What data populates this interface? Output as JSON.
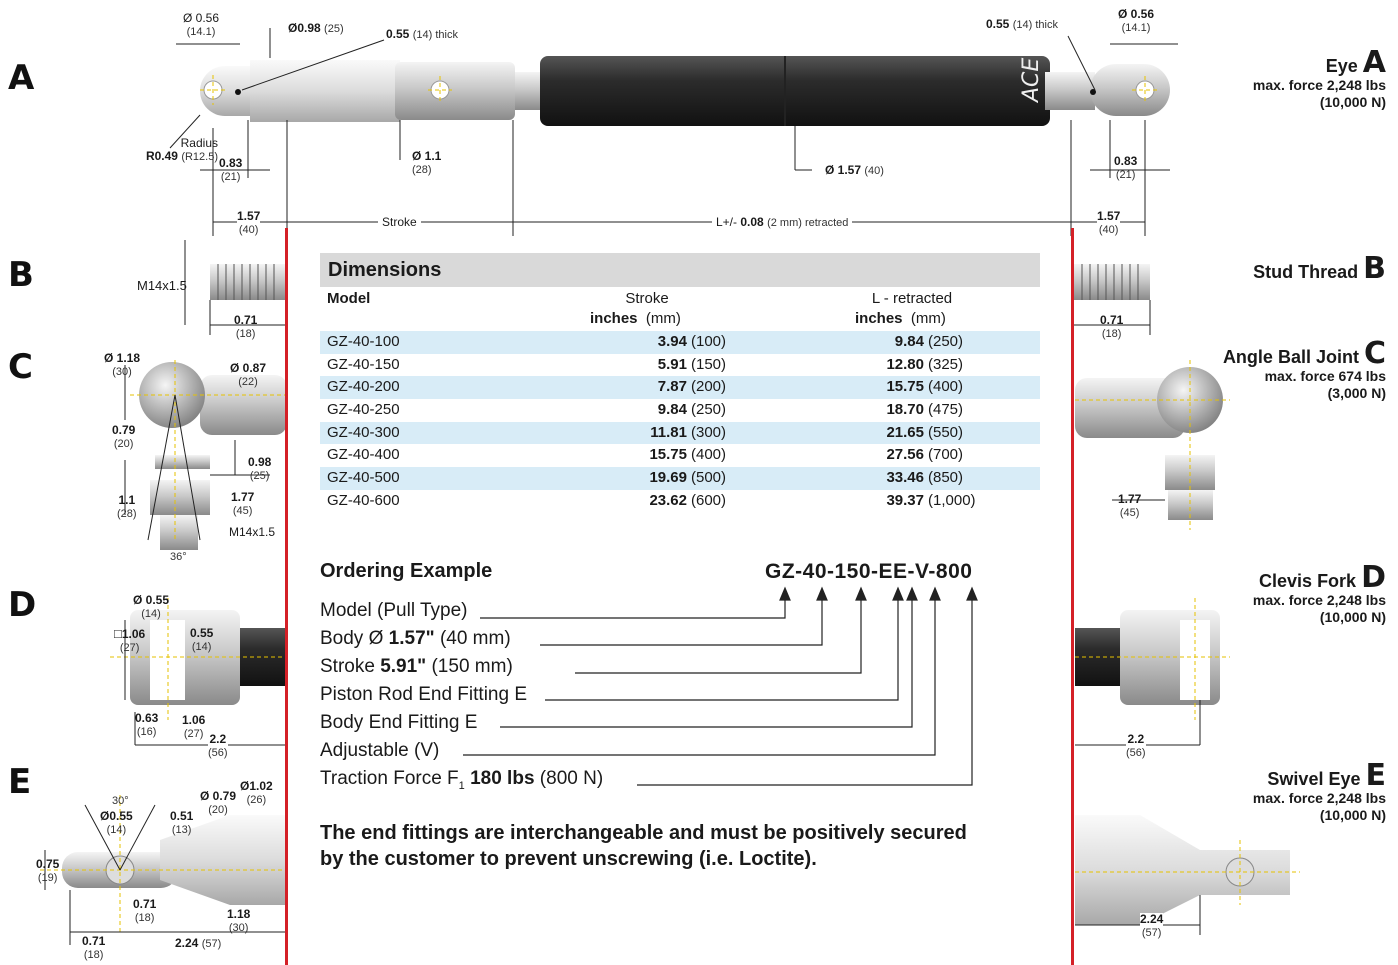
{
  "sections": {
    "a": {
      "letter": "A",
      "title": "Eye",
      "force": "max. force 2,248 lbs",
      "force_n": "(10,000 N)"
    },
    "b": {
      "letter": "B",
      "title": "Stud Thread"
    },
    "c": {
      "letter": "C",
      "title": "Angle Ball Joint",
      "force": "max. force 674 lbs",
      "force_n": "(3,000 N)"
    },
    "d": {
      "letter": "D",
      "title": "Clevis Fork",
      "force": "max. force 2,248 lbs",
      "force_n": "(10,000 N)"
    },
    "e": {
      "letter": "E",
      "title": "Swivel Eye",
      "force": "max. force 2,248 lbs",
      "force_n": "(10,000 N)"
    }
  },
  "body_label": "ACE",
  "labels": {
    "a_dia056_l": "Ø 0.56",
    "a_dia056_l_mm": "(14.1)",
    "a_dia098": "Ø0.98",
    "a_dia098_mm": "(25)",
    "a_thick_l": "0.55",
    "a_thick_l_mm": "(14) thick",
    "a_thick_r": "0.55",
    "a_thick_r_mm": "(14) thick",
    "a_dia056_r": "Ø 0.56",
    "a_dia056_r_mm": "(14.1)",
    "a_radius": "Radius",
    "a_r049": "R0.49",
    "a_r049_mm": "(R12.5)",
    "a_083_l": "0.83",
    "a_083_l_mm": "(21)",
    "a_dia11": "Ø 1.1",
    "a_dia11_mm": "(28)",
    "a_dia157": "Ø 1.57",
    "a_dia157_mm": "(40)",
    "a_083_r": "0.83",
    "a_083_r_mm": "(21)",
    "a_157_l": "1.57",
    "a_157_l_mm": "(40)",
    "a_stroke": "Stroke",
    "a_L": "L+/-",
    "a_L_val": "0.08",
    "a_L_rest": "(2 mm) retracted",
    "a_157_r": "1.57",
    "a_157_r_mm": "(40)",
    "b_thread": "M14x1.5",
    "b_071_l": "0.71",
    "b_071_l_mm": "(18)",
    "b_071_r": "0.71",
    "b_071_r_mm": "(18)",
    "c_118": "Ø 1.18",
    "c_118_mm": "(30)",
    "c_087": "Ø 0.87",
    "c_087_mm": "(22)",
    "c_079": "0.79",
    "c_079_mm": "(20)",
    "c_098": "0.98",
    "c_098_mm": "(25)",
    "c_11": "1.1",
    "c_11_mm": "(28)",
    "c_177": "1.77",
    "c_177_mm": "(45)",
    "c_thread": "M14x1.5",
    "c_36": "36°",
    "c_177_r": "1.77",
    "c_177_r_mm": "(45)",
    "d_055": "Ø 0.55",
    "d_055_mm": "(14)",
    "d_106": "1.06",
    "d_106_mm": "(27)",
    "d_055b": "0.55",
    "d_055b_mm": "(14)",
    "d_063": "0.63",
    "d_063_mm": "(16)",
    "d_106b": "1.06",
    "d_106b_mm": "(27)",
    "d_22": "2.2",
    "d_22_mm": "(56)",
    "d_22_r": "2.2",
    "d_22_r_mm": "(56)",
    "e_30": "30°",
    "e_055": "Ø0.55",
    "e_055_mm": "(14)",
    "e_051": "0.51",
    "e_051_mm": "(13)",
    "e_079": "Ø 0.79",
    "e_079_mm": "(20)",
    "e_102": "Ø1.02",
    "e_102_mm": "(26)",
    "e_075": "0.75",
    "e_075_mm": "(19)",
    "e_071": "0.71",
    "e_071_mm": "(18)",
    "e_118": "1.18",
    "e_118_mm": "(30)",
    "e_071b": "0.71",
    "e_071b_mm": "(18)",
    "e_224": "2.24",
    "e_224_mm": "(57)",
    "e_224_r": "2.24",
    "e_224_r_mm": "(57)"
  },
  "dimensions": {
    "title": "Dimensions",
    "col_model": "Model",
    "col_stroke": "Stroke",
    "col_L": "L - retracted",
    "unit_in": "inches",
    "unit_mm": "(mm)",
    "rows": [
      {
        "model": "GZ-40-100",
        "stroke_in": "3.94",
        "stroke_mm": "(100)",
        "L_in": "9.84",
        "L_mm": "(250)"
      },
      {
        "model": "GZ-40-150",
        "stroke_in": "5.91",
        "stroke_mm": "(150)",
        "L_in": "12.80",
        "L_mm": "(325)"
      },
      {
        "model": "GZ-40-200",
        "stroke_in": "7.87",
        "stroke_mm": "(200)",
        "L_in": "15.75",
        "L_mm": "(400)"
      },
      {
        "model": "GZ-40-250",
        "stroke_in": "9.84",
        "stroke_mm": "(250)",
        "L_in": "18.70",
        "L_mm": "(475)"
      },
      {
        "model": "GZ-40-300",
        "stroke_in": "11.81",
        "stroke_mm": "(300)",
        "L_in": "21.65",
        "L_mm": "(550)"
      },
      {
        "model": "GZ-40-400",
        "stroke_in": "15.75",
        "stroke_mm": "(400)",
        "L_in": "27.56",
        "L_mm": "(700)"
      },
      {
        "model": "GZ-40-500",
        "stroke_in": "19.69",
        "stroke_mm": "(500)",
        "L_in": "33.46",
        "L_mm": "(850)"
      },
      {
        "model": "GZ-40-600",
        "stroke_in": "23.62",
        "stroke_mm": "(600)",
        "L_in": "39.37",
        "L_mm": "(1,000)"
      }
    ]
  },
  "ordering": {
    "title": "Ordering Example",
    "code": "GZ-40-150-EE-V-800",
    "l1": "Model (Pull Type)",
    "l2a": "Body Ø",
    "l2b": "1.57\"",
    "l2c": "(40 mm)",
    "l3a": "Stroke",
    "l3b": "5.91\"",
    "l3c": "(150 mm)",
    "l4": "Piston Rod End Fitting E",
    "l5": "Body End Fitting E",
    "l6": "Adjustable (V)",
    "l7a": "Traction Force F",
    "l7sub": "1",
    "l7b": "180 lbs",
    "l7c": "(800 N)"
  },
  "note": {
    "line1": "The end fittings are interchangeable and must be positively secured",
    "line2": "by the customer to prevent unscrewing (i.e. Loctite)."
  }
}
